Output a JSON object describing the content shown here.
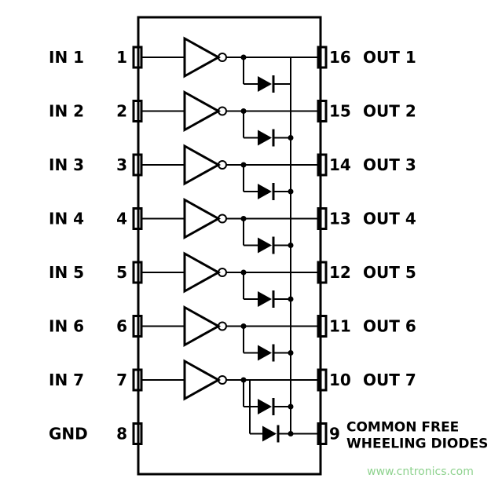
{
  "inputs": [
    {
      "label": "IN 1",
      "pin": "1"
    },
    {
      "label": "IN 2",
      "pin": "2"
    },
    {
      "label": "IN 3",
      "pin": "3"
    },
    {
      "label": "IN 4",
      "pin": "4"
    },
    {
      "label": "IN 5",
      "pin": "5"
    },
    {
      "label": "IN 6",
      "pin": "6"
    },
    {
      "label": "IN 7",
      "pin": "7"
    }
  ],
  "outputs": [
    {
      "label": "OUT 1",
      "pin": "16"
    },
    {
      "label": "OUT 2",
      "pin": "15"
    },
    {
      "label": "OUT 3",
      "pin": "14"
    },
    {
      "label": "OUT 4",
      "pin": "13"
    },
    {
      "label": "OUT 5",
      "pin": "12"
    },
    {
      "label": "OUT 6",
      "pin": "11"
    },
    {
      "label": "OUT 7",
      "pin": "10"
    }
  ],
  "gnd": {
    "label": "GND",
    "pin": "8"
  },
  "common": {
    "pin": "9",
    "line1": "COMMON FREE",
    "line2": "WHEELING DIODES"
  },
  "watermark": "www.cntronics.com"
}
